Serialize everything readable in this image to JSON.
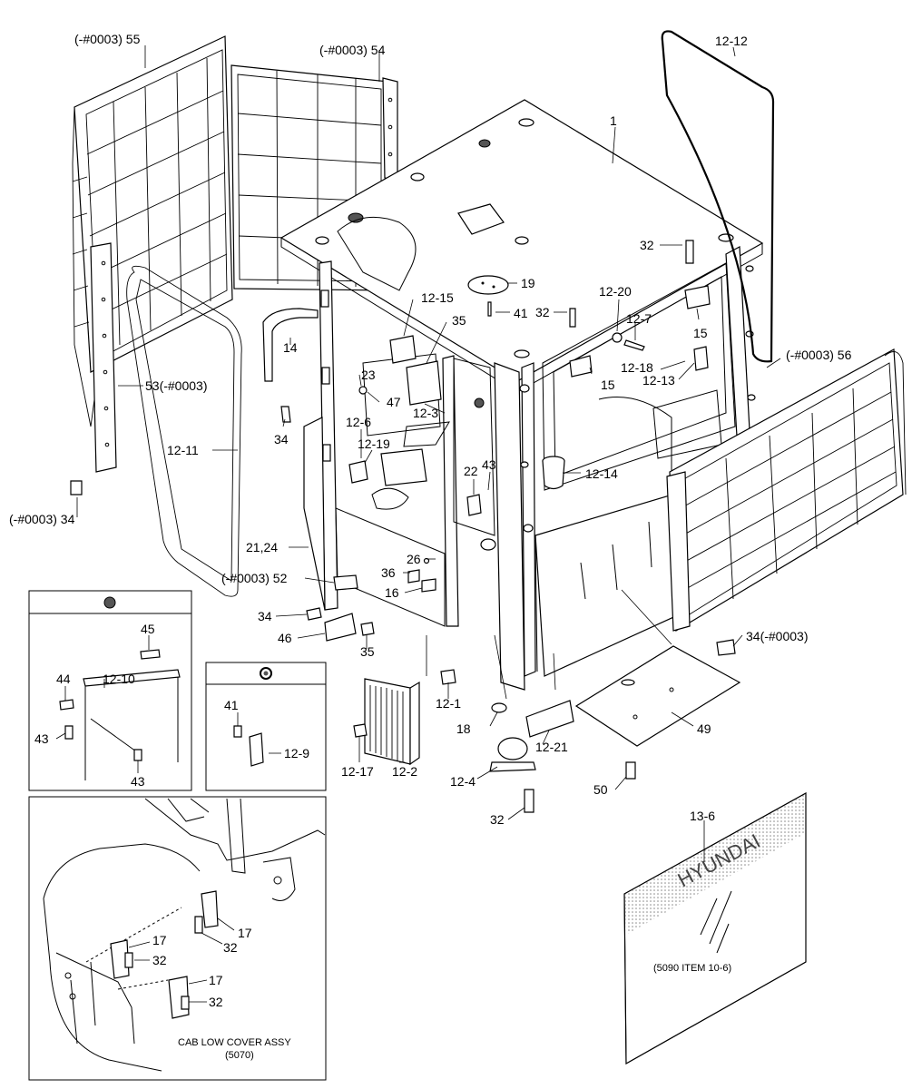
{
  "labels": {
    "l_55": "(-#0003) 55",
    "l_54": "(-#0003) 54",
    "l_12_12": "12-12",
    "l_1": "1",
    "l_32a": "32",
    "l_19": "19",
    "l_41a": "41",
    "l_32b": "32",
    "l_12_20": "12-20",
    "l_12_7": "12-7",
    "l_12_15": "12-15",
    "l_35a": "35",
    "l_15a": "15",
    "l_14": "14",
    "l_56": "(-#0003) 56",
    "l_12_18": "12-18",
    "l_12_13": "12-13",
    "l_15b": "15",
    "l_53": "53(-#0003)",
    "l_23": "23",
    "l_47": "47",
    "l_12_3": "12-3",
    "l_34a": "34",
    "l_12_6": "12-6",
    "l_12_11": "12-11",
    "l_12_19": "12-19",
    "l_43a": "43",
    "l_22": "22",
    "l_12_14": "12-14",
    "l_34b": "(-#0003) 34",
    "l_21_24": "21,24",
    "l_26": "26",
    "l_36": "36",
    "l_52": "(-#0003) 52",
    "l_16": "16",
    "l_34c": "34",
    "l_46": "46",
    "l_35b": "35",
    "l_34d": "34(-#0003)",
    "l_45": "45",
    "l_44": "44",
    "l_12_10": "12-10",
    "l_43b": "43",
    "l_43c": "43",
    "l_41b": "41",
    "l_12_9": "12-9",
    "l_12_1": "12-1",
    "l_18": "18",
    "l_12_21": "12-21",
    "l_49": "49",
    "l_12_17": "12-17",
    "l_12_2": "12-2",
    "l_12_4": "12-4",
    "l_50": "50",
    "l_32c": "32",
    "l_13_6": "13-6",
    "l_17a": "17",
    "l_32d": "32",
    "l_17b": "17",
    "l_32e": "32",
    "l_17c": "17",
    "l_32f": "32"
  },
  "decal": {
    "brand": "HYUNDAI",
    "note": "(5090 ITEM 10-6)"
  },
  "detail_box": {
    "caption_line1": "CAB LOW COVER ASSY",
    "caption_line2": "(5070)"
  },
  "colors": {
    "line": "#000000",
    "marker_dark": "#555555",
    "decal_dots": "#888888"
  }
}
